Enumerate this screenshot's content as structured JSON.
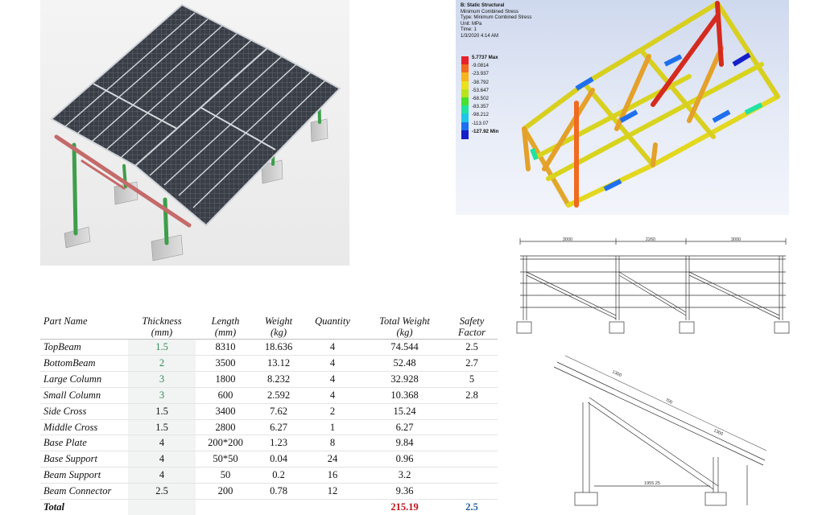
{
  "fea": {
    "title": "B: Static Structural",
    "lines": [
      "Minimum Combined Stress",
      "Type: Minimum Combined Stress",
      "Unit: MPa",
      "Time: 1",
      "1/3/2020 4:14 AM"
    ],
    "legend": [
      {
        "label": "5.7737 Max",
        "color": "#e8202a",
        "bold": true
      },
      {
        "label": "-9.0814",
        "color": "#f06a1f",
        "bold": false
      },
      {
        "label": "-23.937",
        "color": "#f5b51c",
        "bold": false
      },
      {
        "label": "-38.792",
        "color": "#e8e21b",
        "bold": false
      },
      {
        "label": "-53.647",
        "color": "#b7e41b",
        "bold": false
      },
      {
        "label": "-68.502",
        "color": "#45e12d",
        "bold": false
      },
      {
        "label": "-83.357",
        "color": "#20e3a0",
        "bold": false
      },
      {
        "label": "-98.212",
        "color": "#1fc5e8",
        "bold": false
      },
      {
        "label": "-113.07",
        "color": "#1f6fee",
        "bold": false
      },
      {
        "label": "-127.92 Min",
        "color": "#1620c8",
        "bold": true
      }
    ]
  },
  "front_dims": [
    "3000",
    "2260",
    "3000"
  ],
  "side_dims": [
    "1300",
    "700",
    "1300",
    "1955.25"
  ],
  "table": {
    "headers": [
      {
        "line1": "Part Name",
        "line2": ""
      },
      {
        "line1": "Thickness",
        "line2": "(mm)"
      },
      {
        "line1": "Length",
        "line2": "(mm)"
      },
      {
        "line1": "Weight",
        "line2": "(kg)"
      },
      {
        "line1": "Quantity",
        "line2": ""
      },
      {
        "line1": "Total Weight",
        "line2": "(kg)"
      },
      {
        "line1": "Safety",
        "line2": "Factor"
      }
    ],
    "rows": [
      {
        "name": "TopBeam",
        "thickness": "1.5",
        "length": "8310",
        "weight": "18.636",
        "quantity": "4",
        "total": "74.544",
        "safety": "2.5"
      },
      {
        "name": "BottomBeam",
        "thickness": "2",
        "length": "3500",
        "weight": "13.12",
        "quantity": "4",
        "total": "52.48",
        "safety": "2.7"
      },
      {
        "name": "Large Column",
        "thickness": "3",
        "length": "1800",
        "weight": "8.232",
        "quantity": "4",
        "total": "32.928",
        "safety": "5"
      },
      {
        "name": "Small Column",
        "thickness": "3",
        "length": "600",
        "weight": "2.592",
        "quantity": "4",
        "total": "10.368",
        "safety": "2.8"
      },
      {
        "name": "Side Cross",
        "thickness": "1.5",
        "length": "3400",
        "weight": "7.62",
        "quantity": "2",
        "total": "15.24",
        "safety": ""
      },
      {
        "name": "Middle Cross",
        "thickness": "1.5",
        "length": "2800",
        "weight": "6.27",
        "quantity": "1",
        "total": "6.27",
        "safety": ""
      },
      {
        "name": "Base Plate",
        "thickness": "4",
        "length": "200*200",
        "weight": "1.23",
        "quantity": "8",
        "total": "9.84",
        "safety": ""
      },
      {
        "name": "Base Support",
        "thickness": "4",
        "length": "50*50",
        "weight": "0.04",
        "quantity": "24",
        "total": "0.96",
        "safety": ""
      },
      {
        "name": "Beam Support",
        "thickness": "4",
        "length": "50",
        "weight": "0.2",
        "quantity": "16",
        "total": "3.2",
        "safety": ""
      },
      {
        "name": "Beam Connector",
        "thickness": "2.5",
        "length": "200",
        "weight": "0.78",
        "quantity": "12",
        "total": "9.36",
        "safety": ""
      }
    ],
    "total_label": "Total",
    "total_weight": "215.19",
    "total_safety": "2.5"
  }
}
